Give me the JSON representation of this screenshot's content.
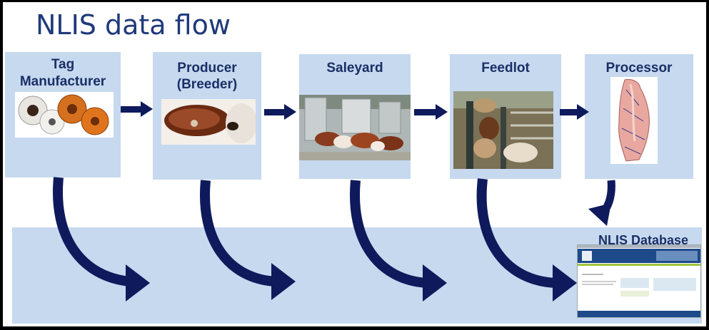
{
  "title": "NLIS data flow",
  "stages": [
    {
      "id": "tag-manufacturer",
      "label_line1": "Tag",
      "label_line2": "Manufacturer",
      "image": "ear-tags-photo"
    },
    {
      "id": "producer",
      "label_line1": "Producer",
      "label_line2": "(Breeder)",
      "image": "cattle-ear-tag-photo"
    },
    {
      "id": "saleyard",
      "label_line1": "Saleyard",
      "label_line2": "",
      "image": "saleyard-cattle-photo"
    },
    {
      "id": "feedlot",
      "label_line1": "Feedlot",
      "label_line2": "",
      "image": "feedlot-cattle-photo"
    },
    {
      "id": "processor",
      "label_line1": "Processor",
      "label_line2": "",
      "image": "carcass-photo"
    }
  ],
  "database": {
    "label": "NLIS Database",
    "image": "nlis-website-screenshot"
  },
  "colors": {
    "title": "#1f3a7a",
    "box": "#c6d9ef",
    "arrow": "#0e1a5c",
    "label": "#1a2f66"
  }
}
